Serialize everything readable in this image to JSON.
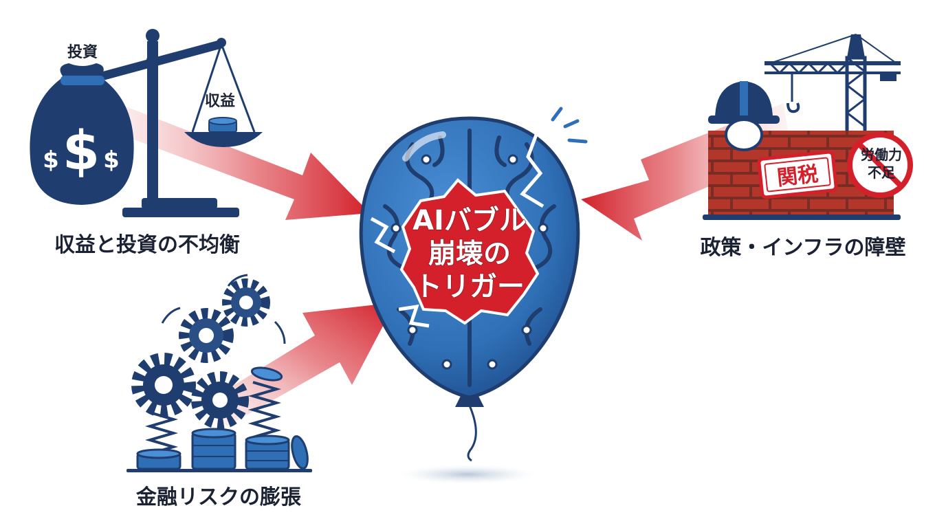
{
  "center": {
    "line1": "AIバブル",
    "line2": "崩壊の",
    "line3": "トリガー"
  },
  "top_left": {
    "title": "収益と投資の不均衡",
    "bag_label": "投資",
    "pan_label": "収益"
  },
  "bottom_left": {
    "title": "金融リスクの膨張"
  },
  "right": {
    "title": "政策・インフラの障壁",
    "tariff_stamp": "関税",
    "labor_line1": "労働力",
    "labor_line2": "不足"
  },
  "colors": {
    "navy": "#1f3d6e",
    "blue": "#2f6fb5",
    "red": "#d3202a",
    "brick": "#b3362b"
  }
}
